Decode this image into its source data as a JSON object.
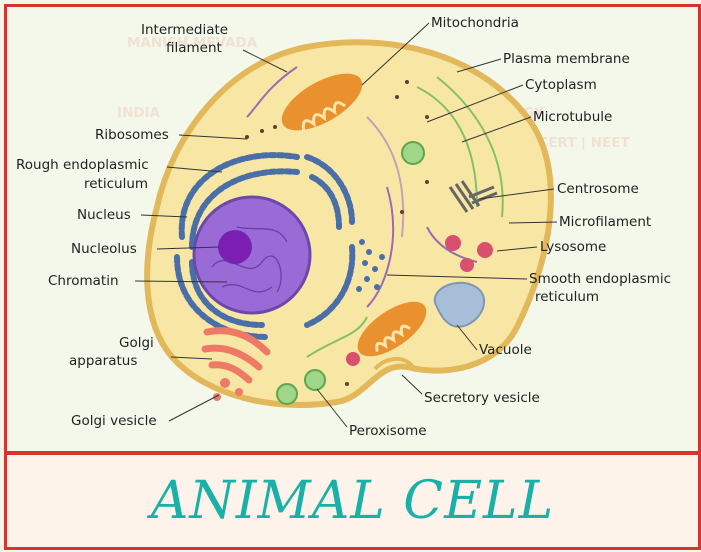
{
  "watermark": {
    "line1": "MANISH MEVADA",
    "line2": "INDIA",
    "line3": "BIOLOGY",
    "line4": "NCERT | NEET"
  },
  "labels": {
    "intermediate_filament": [
      "Intermediate",
      "filament"
    ],
    "ribosomes": "Ribosomes",
    "rough_er": [
      "Rough endoplasmic",
      "reticulum"
    ],
    "nucleus": "Nucleus",
    "nucleolus": "Nucleolus",
    "chromatin": "Chromatin",
    "golgi_apparatus": [
      "Golgi",
      "apparatus"
    ],
    "golgi_vesicle": "Golgi vesicle",
    "mitochondria": "Mitochondria",
    "plasma_membrane": "Plasma membrane",
    "cytoplasm": "Cytoplasm",
    "microtubule": "Microtubule",
    "centrosome": "Centrosome",
    "microfilament": "Microfilament",
    "lysosome": "Lysosome",
    "smooth_er": [
      "Smooth endoplasmic",
      "reticulum"
    ],
    "vacuole": "Vacuole",
    "secretory_vesicle": "Secretory vesicle",
    "peroxisome": "Peroxisome"
  },
  "title": "ANIMAL CELL",
  "colors": {
    "border": "#d6342f",
    "title": "#19b1a7",
    "cytoplasm": "#f8e7a4",
    "membrane": "#e3b85a",
    "nucleus": "#9a6bd6",
    "nucleolus": "#7a1fb2",
    "er": "#4a6fa8",
    "mitochondria": "#e8912e",
    "golgi": "#ee7a66",
    "lysosome": "#d94f6e",
    "peroxisome": "#8fcf7a",
    "vacuole": "#a7bed8"
  }
}
